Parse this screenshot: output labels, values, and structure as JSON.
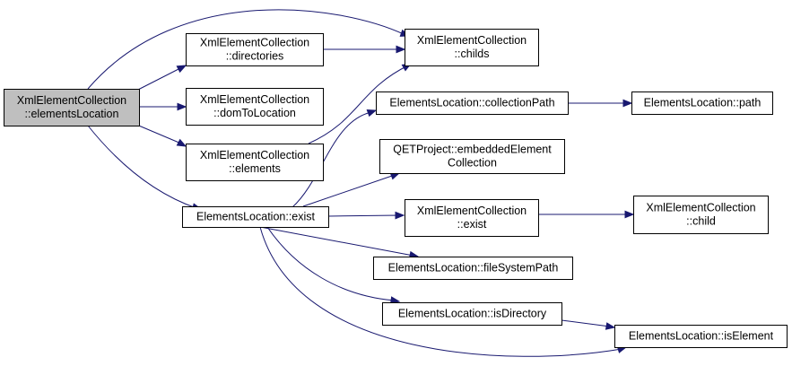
{
  "graph": {
    "nodes": [
      {
        "id": "root",
        "lines": [
          "XmlElementCollection",
          "::elementsLocation"
        ],
        "root": true
      },
      {
        "id": "dirs",
        "lines": [
          "XmlElementCollection",
          "::directories"
        ]
      },
      {
        "id": "childs",
        "lines": [
          "XmlElementCollection",
          "::childs"
        ]
      },
      {
        "id": "domTo",
        "lines": [
          "XmlElementCollection",
          "::domToLocation"
        ]
      },
      {
        "id": "elems",
        "lines": [
          "XmlElementCollection",
          "::elements"
        ]
      },
      {
        "id": "exist",
        "lines": [
          "ElementsLocation::exist"
        ]
      },
      {
        "id": "colPath",
        "lines": [
          "ElementsLocation::collectionPath"
        ]
      },
      {
        "id": "path",
        "lines": [
          "ElementsLocation::path"
        ]
      },
      {
        "id": "embedded",
        "lines": [
          "QETProject::embeddedElement",
          "Collection"
        ]
      },
      {
        "id": "xexist",
        "lines": [
          "XmlElementCollection",
          "::exist"
        ]
      },
      {
        "id": "child",
        "lines": [
          "XmlElementCollection",
          "::child"
        ]
      },
      {
        "id": "fsPath",
        "lines": [
          "ElementsLocation::fileSystemPath"
        ]
      },
      {
        "id": "isDir",
        "lines": [
          "ElementsLocation::isDirectory"
        ]
      },
      {
        "id": "isElem",
        "lines": [
          "ElementsLocation::isElement"
        ]
      }
    ],
    "edges": [
      [
        "root",
        "childs"
      ],
      [
        "root",
        "dirs"
      ],
      [
        "root",
        "domTo"
      ],
      [
        "root",
        "elems"
      ],
      [
        "root",
        "exist"
      ],
      [
        "dirs",
        "childs"
      ],
      [
        "elems",
        "childs"
      ],
      [
        "exist",
        "colPath"
      ],
      [
        "exist",
        "embedded"
      ],
      [
        "exist",
        "xexist"
      ],
      [
        "exist",
        "fsPath"
      ],
      [
        "exist",
        "isDir"
      ],
      [
        "exist",
        "isElem"
      ],
      [
        "colPath",
        "path"
      ],
      [
        "xexist",
        "child"
      ],
      [
        "isDir",
        "isElem"
      ]
    ]
  }
}
